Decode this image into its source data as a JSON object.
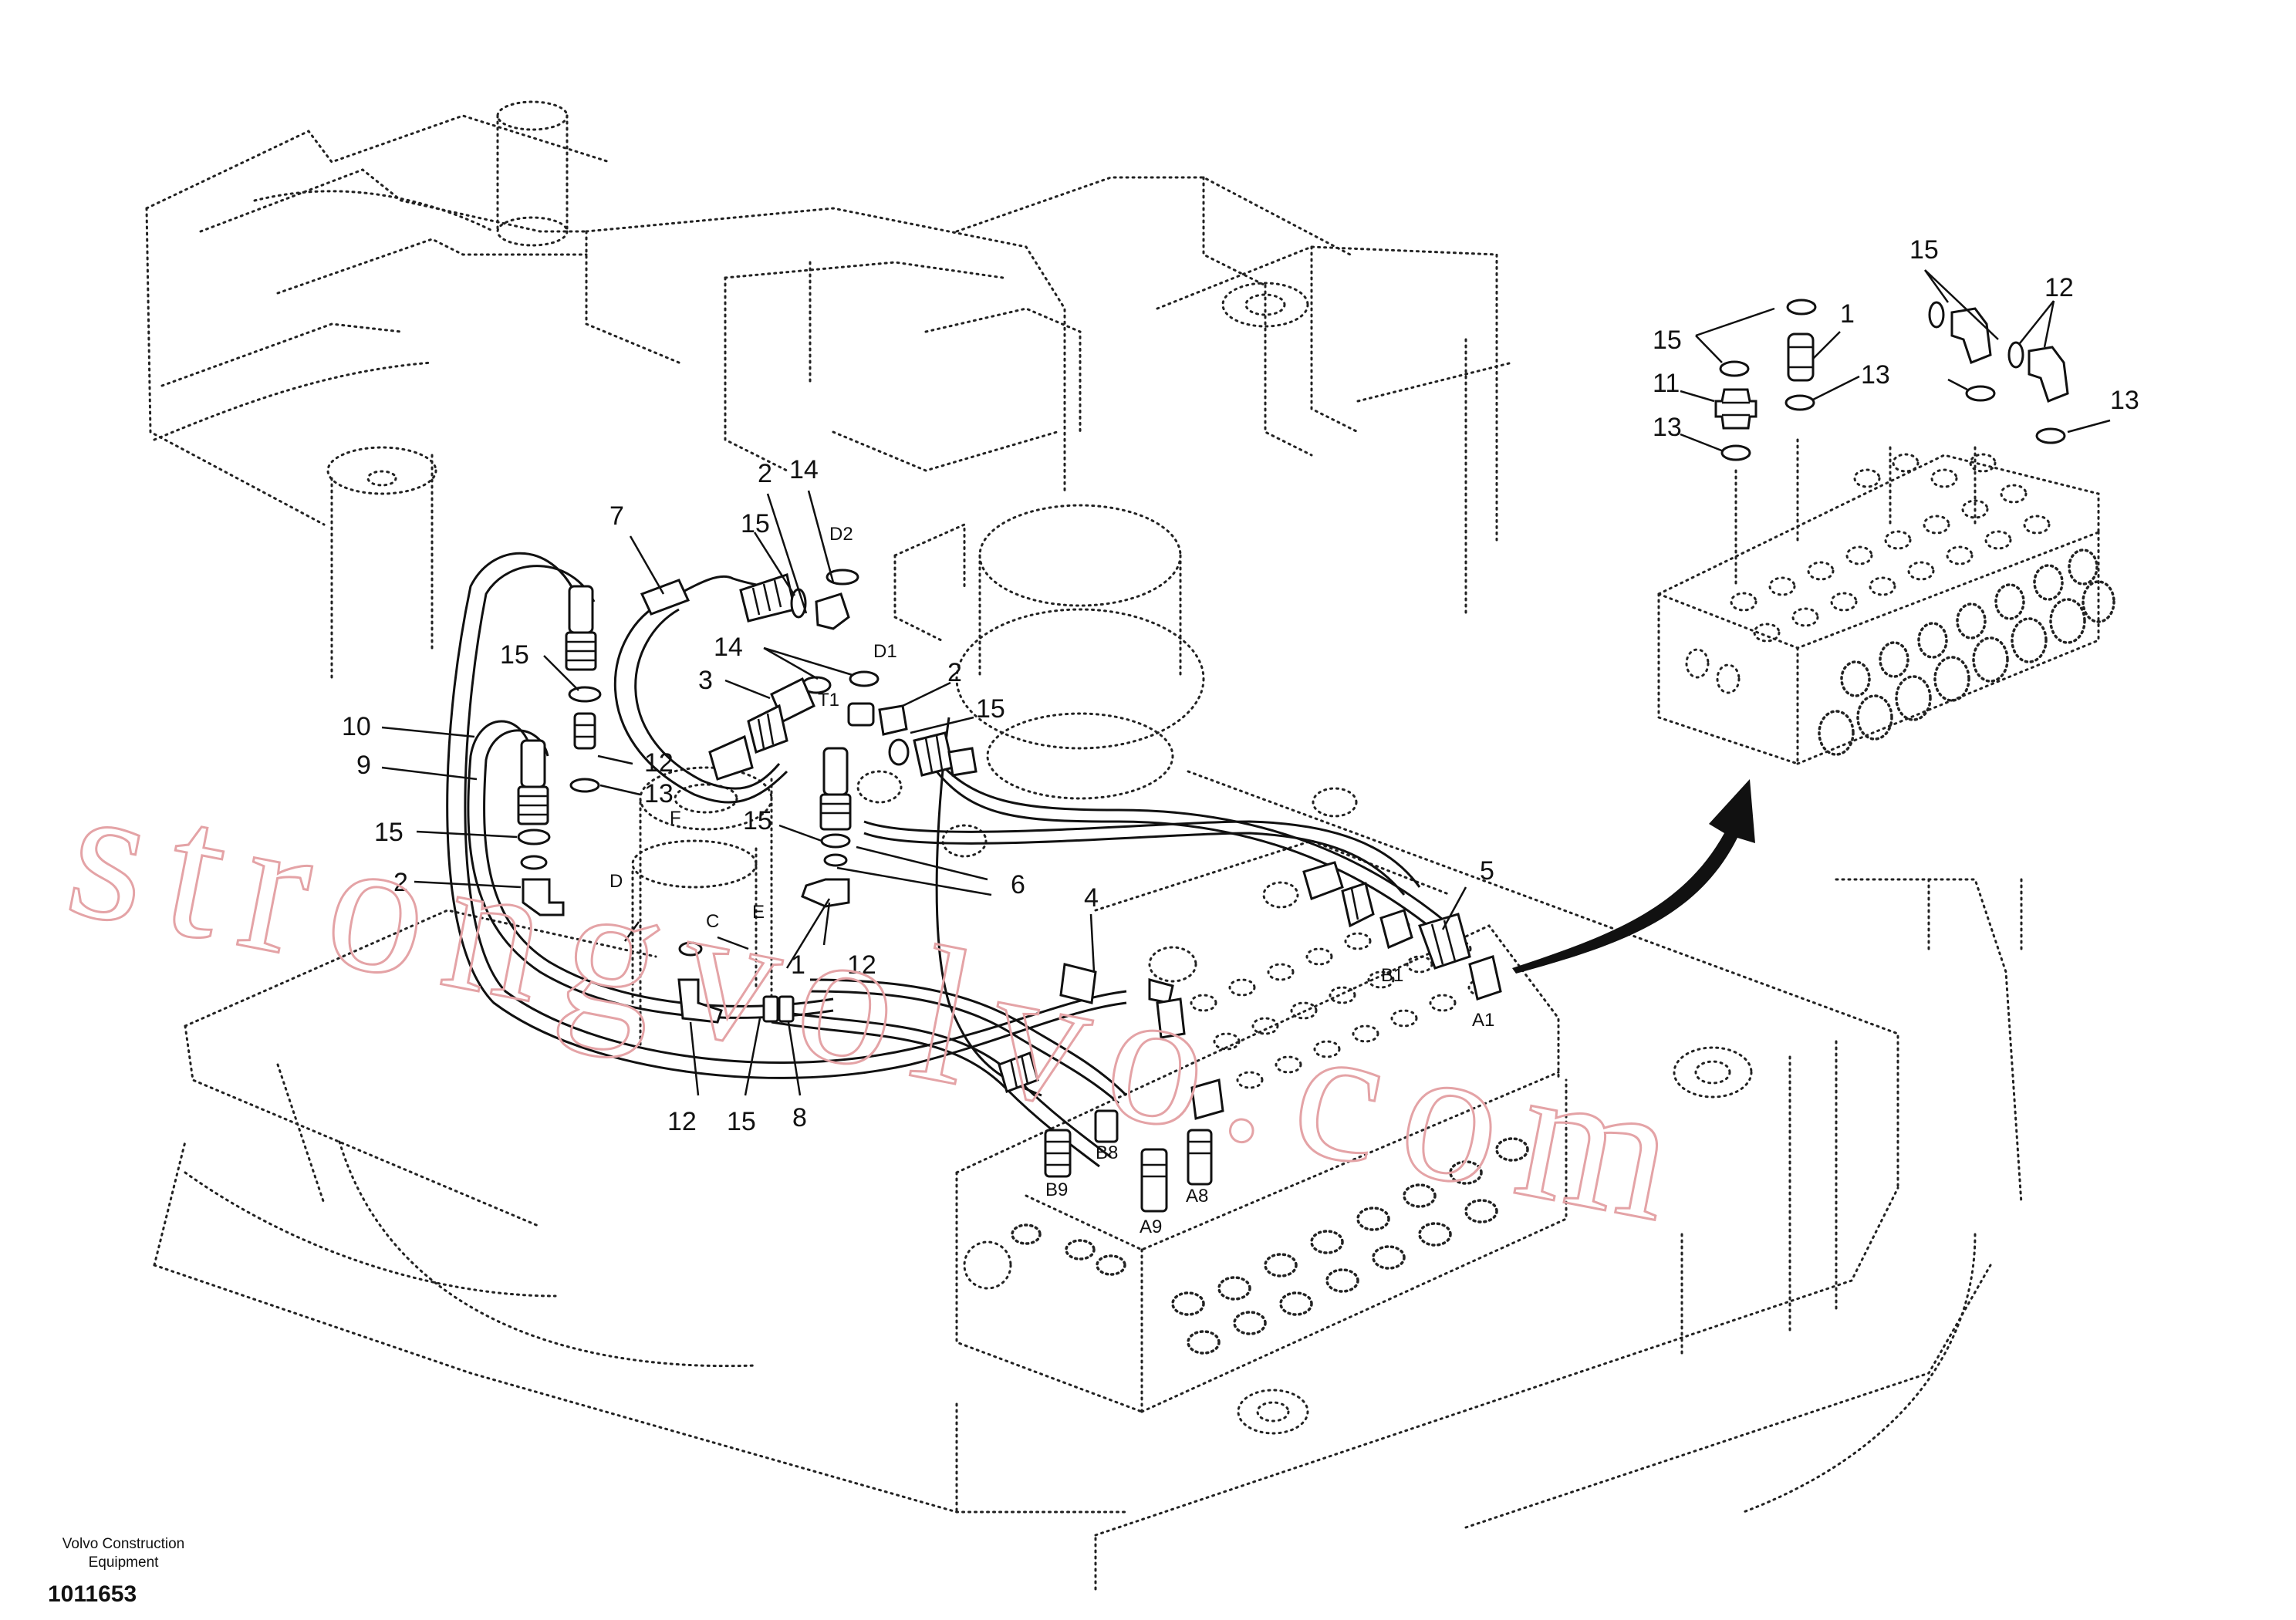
{
  "diagram": {
    "part_labels": {
      "main_7": "7",
      "main_2_top": "2",
      "main_14_top": "14",
      "main_15_top": "15",
      "main_14_mid": "14",
      "main_3": "3",
      "main_2_mid": "2",
      "main_15_mid": "15",
      "main_15_left": "15",
      "main_12_left": "12",
      "main_13_left": "13",
      "main_10": "10",
      "main_9": "9",
      "main_15_lower": "15",
      "main_2_lower": "2",
      "main_15_center": "15",
      "main_6": "6",
      "main_1": "1",
      "main_12_center": "12",
      "main_4": "4",
      "main_5": "5",
      "main_12_bottom": "12",
      "main_15_bottom": "15",
      "main_8": "8",
      "detail_15_a": "15",
      "detail_11": "11",
      "detail_13_a": "13",
      "detail_1": "1",
      "detail_13_b": "13",
      "detail_15_b": "15",
      "detail_12": "12",
      "detail_13_c": "13"
    },
    "port_labels": {
      "d2": "D2",
      "d1": "D1",
      "t1": "T1",
      "f": "F",
      "d": "D",
      "c": "C",
      "e": "E",
      "b1": "B1",
      "a1": "A1",
      "b8": "B8",
      "b9": "B9",
      "a8": "A8",
      "a9": "A9"
    },
    "watermark": "strongvolvo.com"
  },
  "footer": {
    "company_line1": "Volvo Construction",
    "company_line2": "Equipment",
    "doc_number": "1011653"
  }
}
